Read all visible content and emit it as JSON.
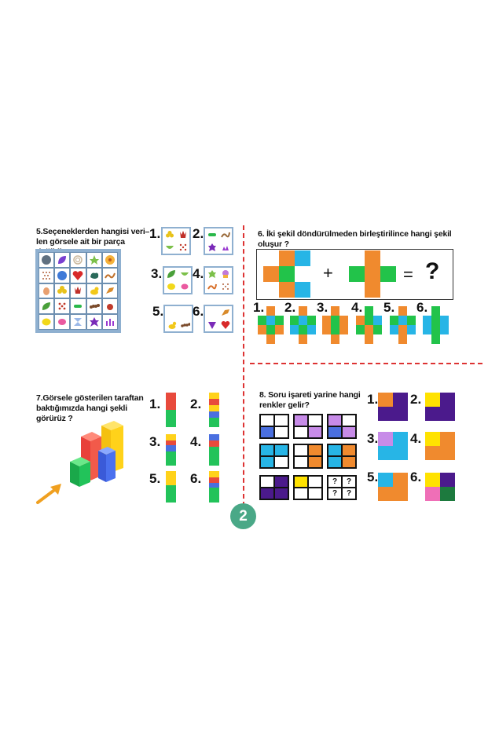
{
  "q5": {
    "title_line1": "5.Seçeneklerden hangisi veri–",
    "title_line2": "len görsele ait bir parça değildir?",
    "option_labels": [
      "1.",
      "2.",
      "3.",
      "4.",
      "5.",
      "6."
    ]
  },
  "q6": {
    "title_line1": "6. İki şekil döndürülmeden birleştirilince hangi şekil",
    "title_line2": "oluşur ?",
    "plus": "+",
    "equals": "=",
    "question": "?",
    "option_labels": [
      "1.",
      "2.",
      "3.",
      "4.",
      "5.",
      "6."
    ]
  },
  "q7": {
    "title_line1": "7.Görsele gösterilen taraftan",
    "title_line2": "baktığımızda hangi şekli",
    "title_line3": "görürüz ?",
    "option_labels": [
      "1.",
      "2.",
      "3.",
      "4.",
      "5.",
      "6."
    ]
  },
  "q8": {
    "title_line1": "8. Soru işareti yarine hangi",
    "title_line2": "renkler gelir?",
    "question_mark": "?",
    "option_labels": [
      "1.",
      "2.",
      "3.",
      "4.",
      "5.",
      "6."
    ]
  },
  "page_number": "2",
  "colors": {
    "orange": "#f08a2e",
    "cyan": "#27b5e6",
    "green": "#22c34a",
    "purple": "#4b1a8c",
    "lilac": "#c78be8",
    "yellow": "#ffe200",
    "red": "#e84a3c",
    "blue": "#4a6fe0",
    "pink": "#ef6fb7",
    "darkgreen": "#1d7a3e",
    "badge": "#4aa887"
  }
}
